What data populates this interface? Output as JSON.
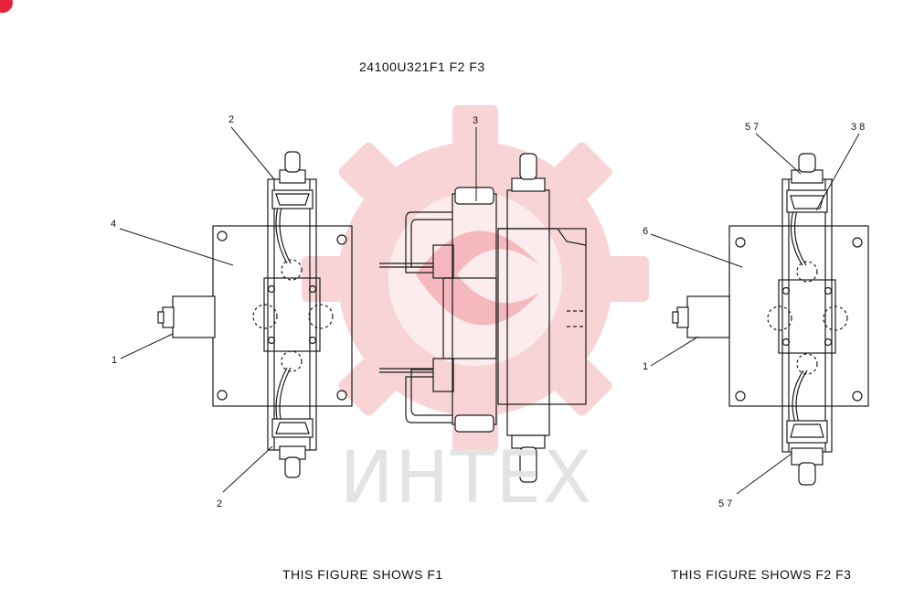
{
  "drawing_number": "24100U321F1  F2  F3",
  "captions": {
    "left": "THIS FIGURE SHOWS    F1",
    "right": "THIS FIGURE SHOWS    F2  F3"
  },
  "callouts": {
    "left_top": "2",
    "left_bottom": "2",
    "left_body": "4",
    "left_cap": "1",
    "mid_top": "3",
    "right_top_a": "5  7",
    "right_top_b": "3  8",
    "right_body": "6",
    "right_cap": "1",
    "right_bottom": "5  7"
  },
  "watermark": {
    "text": "ИНТЕХ",
    "color": "#e8223a"
  }
}
